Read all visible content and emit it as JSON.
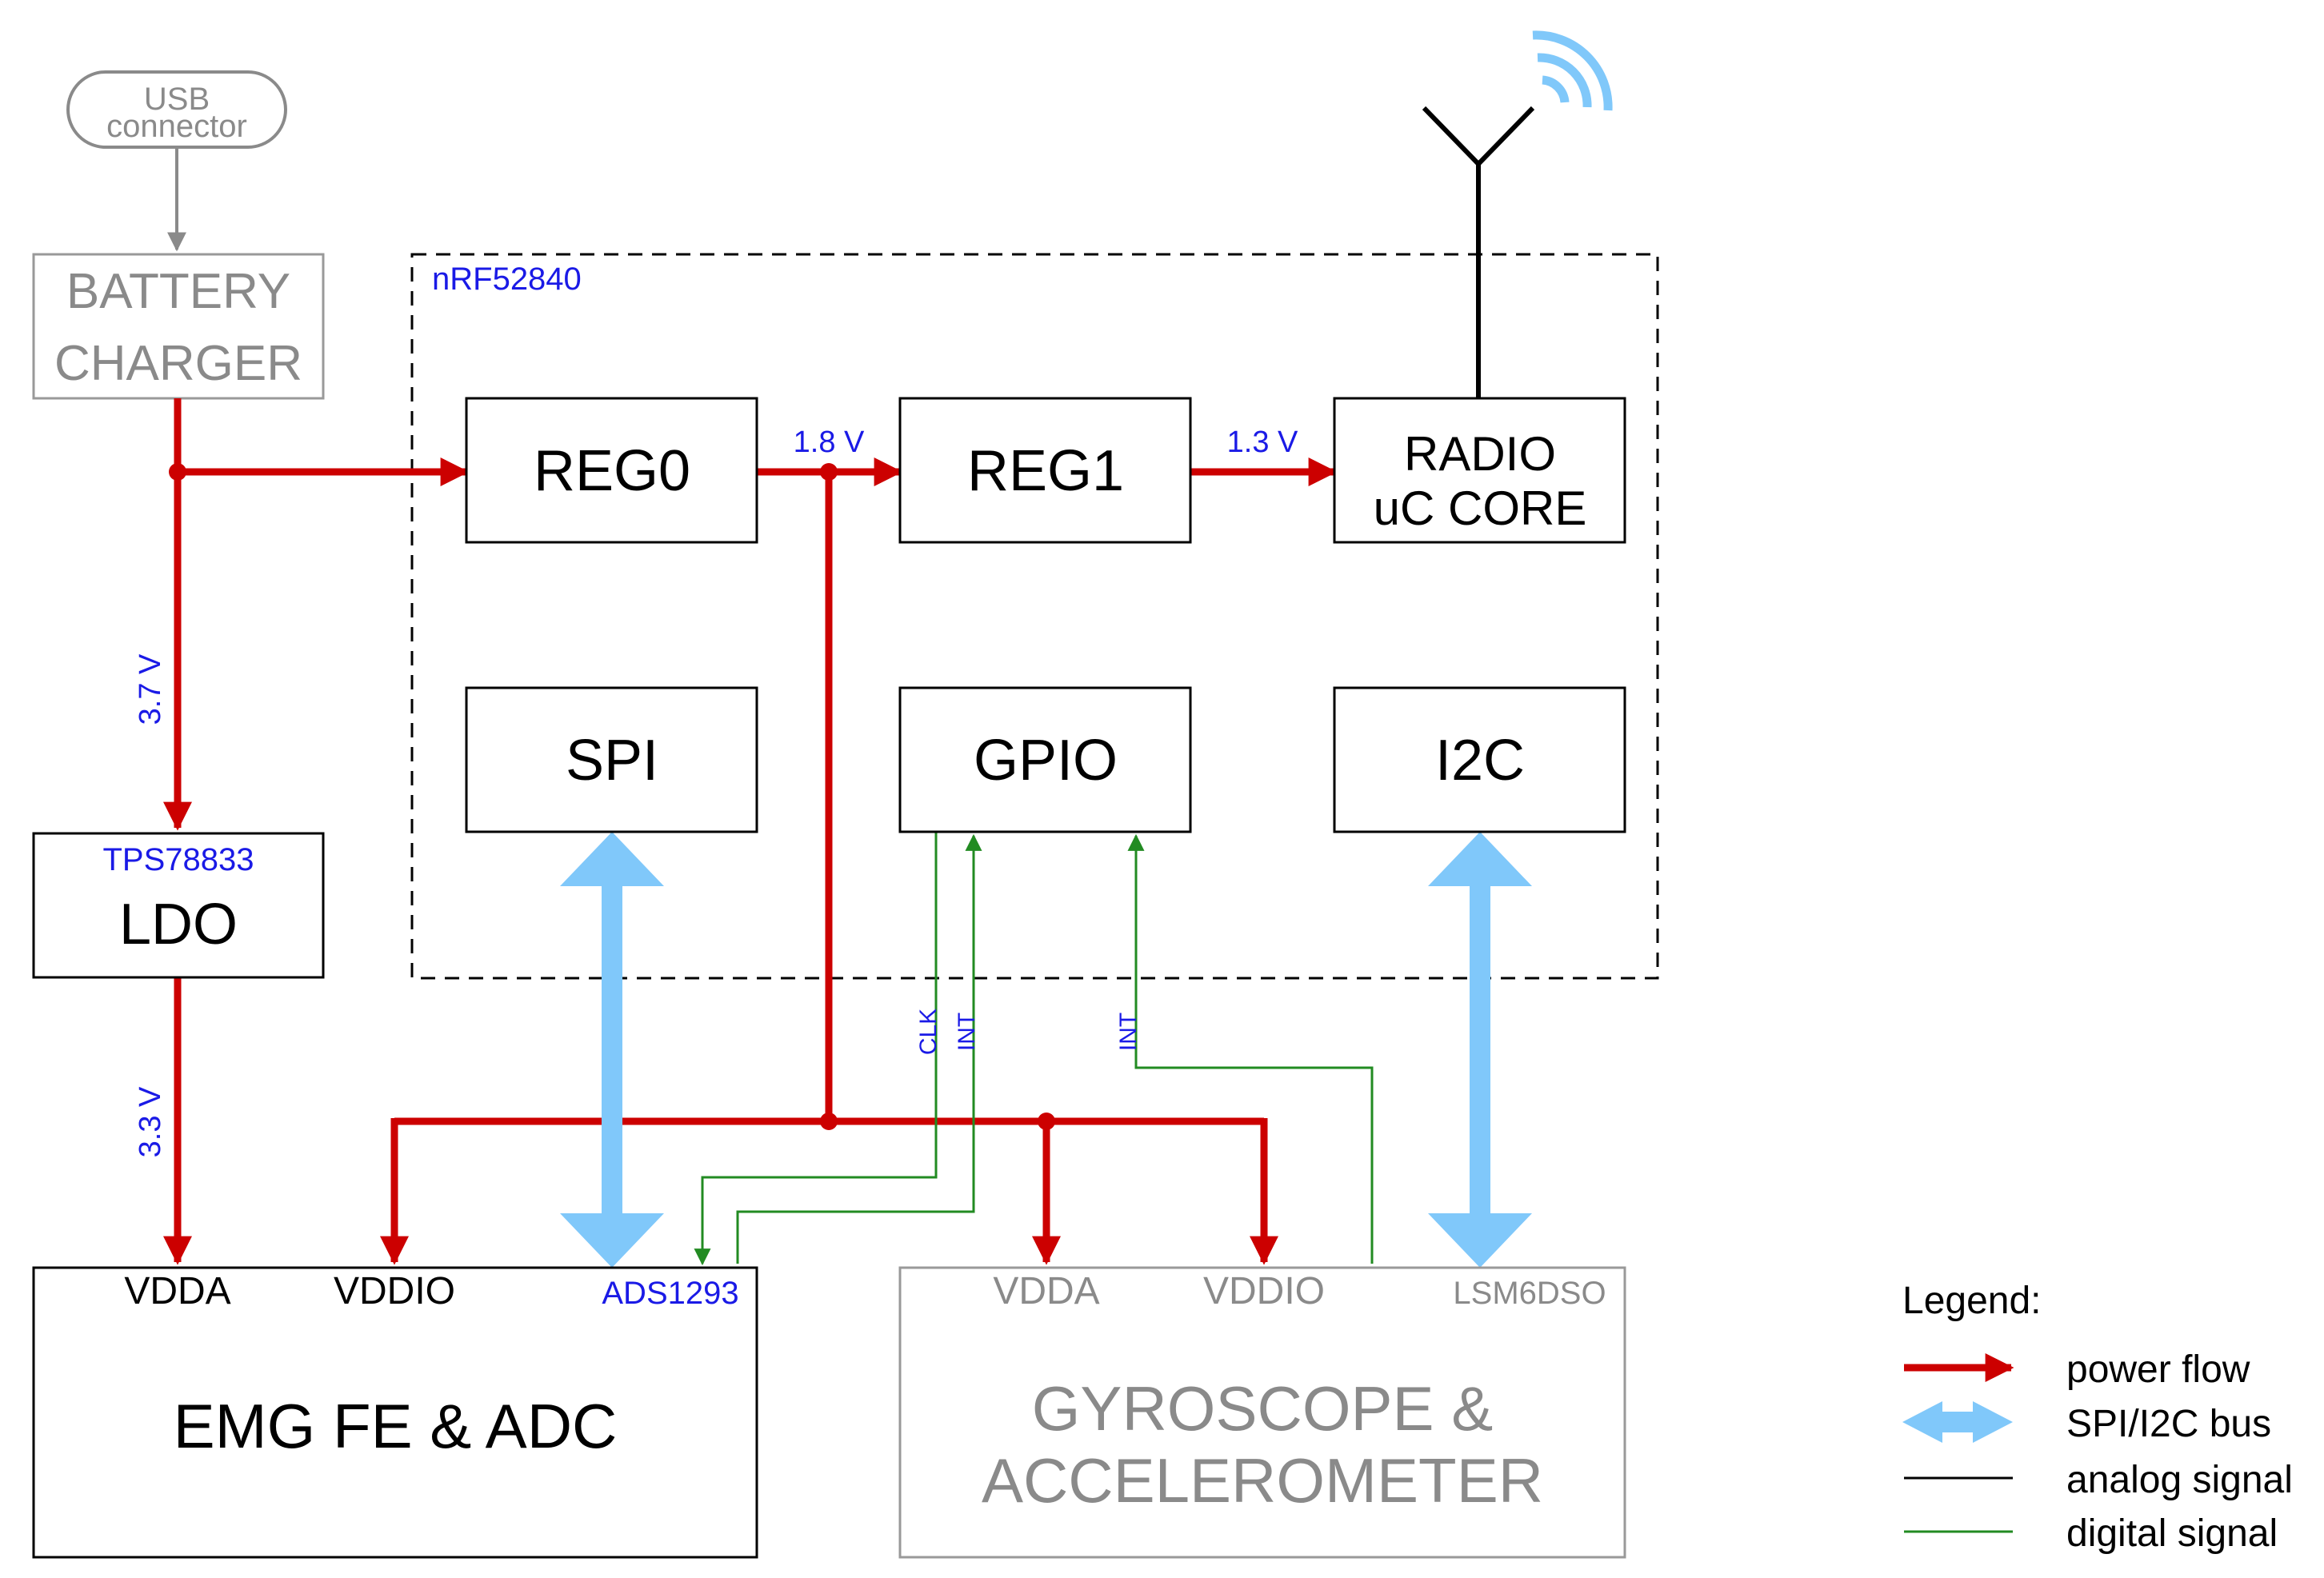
{
  "usb": {
    "line1": "USB",
    "line2": "connector"
  },
  "battery_charger": {
    "line1": "BATTERY",
    "line2": "CHARGER"
  },
  "soc": {
    "label": "nRF52840"
  },
  "reg0": {
    "label": "REG0"
  },
  "reg1": {
    "label": "REG1"
  },
  "radio": {
    "line1": "RADIO",
    "line2": "uC CORE"
  },
  "spi": {
    "label": "SPI"
  },
  "gpio": {
    "label": "GPIO"
  },
  "i2c": {
    "label": "I2C"
  },
  "ldo": {
    "part": "TPS78833",
    "label": "LDO"
  },
  "emg": {
    "part": "ADS1293",
    "pin_vdda": "VDDA",
    "pin_vddio": "VDDIO",
    "label": "EMG FE & ADC"
  },
  "imu": {
    "part": "LSM6DSO",
    "pin_vdda": "VDDA",
    "pin_vddio": "VDDIO",
    "line1": "GYROSCOPE &",
    "line2": "ACCELEROMETER"
  },
  "voltages": {
    "v37": "3.7 V",
    "v33": "3.3 V",
    "v18": "1.8 V",
    "v13": "1.3 V"
  },
  "signals": {
    "clk": "CLK",
    "int1": "INT",
    "int2": "INT"
  },
  "legend": {
    "title": "Legend:",
    "items": [
      {
        "label": "power flow",
        "color": "#cc0000"
      },
      {
        "label": "SPI/I2C bus",
        "color": "#80c8fa"
      },
      {
        "label": "analog signal",
        "color": "#000000"
      },
      {
        "label": "digital signal",
        "color": "#228b22"
      }
    ]
  },
  "colors": {
    "power": "#cc0000",
    "bus": "#80c8fa",
    "digital": "#228b22",
    "label_blue": "#1a1ae6",
    "muted": "#999999"
  }
}
